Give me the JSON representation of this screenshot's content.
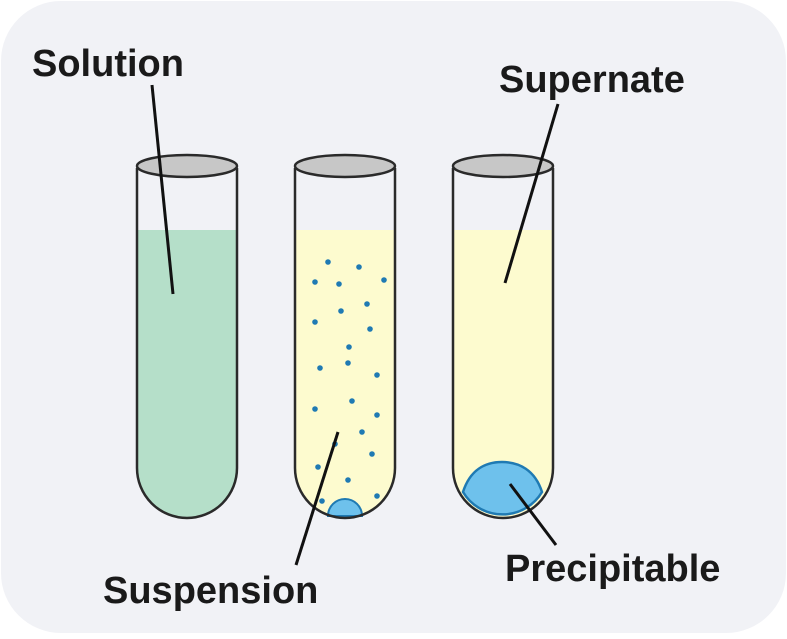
{
  "diagram": {
    "background": "#f1f2f6",
    "labels": {
      "solution": "Solution",
      "suspension": "Suspension",
      "supernate": "Supernate",
      "precipitable": "Precipitable"
    },
    "colors": {
      "solution_fill": "#b5dfc9",
      "suspension_fill": "#fdfbcf",
      "supernate_fill": "#fdfbcf",
      "precipitate_fill": "#6ec1ec",
      "particle": "#1f7ab3",
      "tube_rim": "#c7c7c7",
      "outline": "#2a2a2a"
    },
    "tubes": [
      {
        "name": "solution-tube",
        "content": "solution"
      },
      {
        "name": "suspension-tube",
        "content": "suspended particles"
      },
      {
        "name": "precipitate-tube",
        "content": "supernate over precipitate"
      }
    ]
  }
}
